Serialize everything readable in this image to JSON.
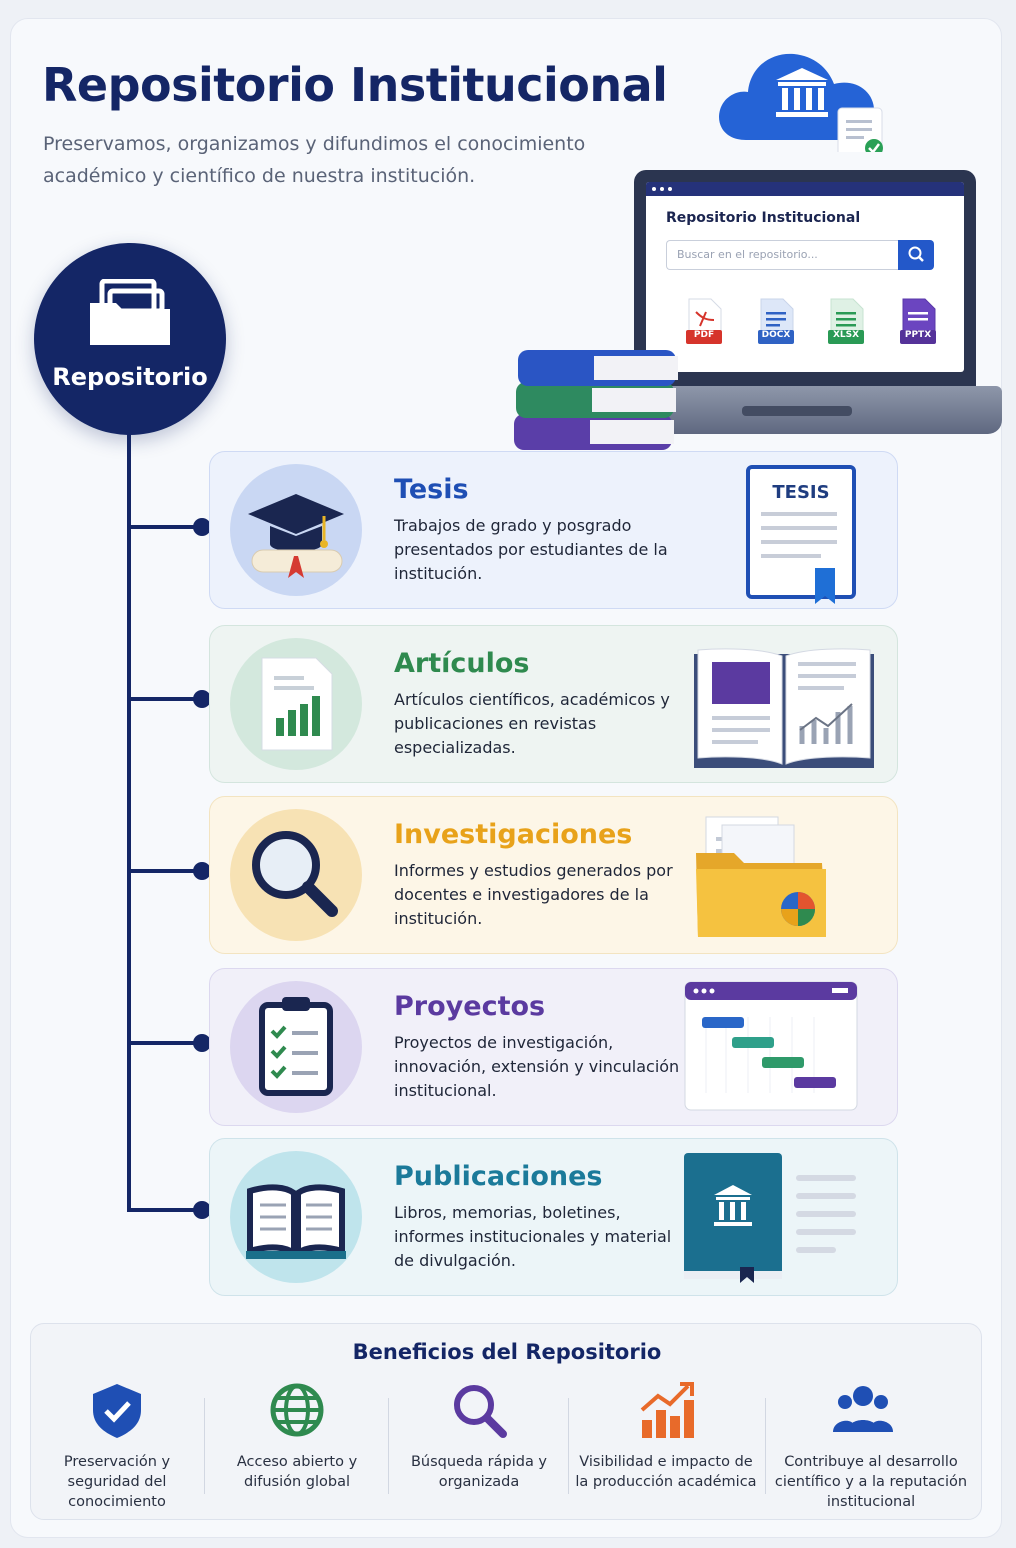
{
  "header": {
    "title": "Repositorio Institucional",
    "subtitle": "Preservamos, organizamos y difundimos el conocimiento académico y científico de nuestra institución."
  },
  "hero": {
    "screen_title": "Repositorio Institucional",
    "search_placeholder": "Buscar en el repositorio...",
    "file_types": [
      "PDF",
      "DOCX",
      "XLSX",
      "PPTX"
    ],
    "cloud_icon": "institution-cloud-icon",
    "search_icon": "search-icon"
  },
  "hub": {
    "label": "Repositorio",
    "icon": "folder-stack-icon"
  },
  "categories": [
    {
      "title": "Tesis",
      "description": "Trabajos de grado y posgrado presentados por estudiantes de la institución.",
      "color": "#1f4fb4",
      "icon": "graduation-cap-icon",
      "badge": "TESIS"
    },
    {
      "title": "Artículos",
      "description": "Artículos científicos, académicos y publicaciones en revistas especializadas.",
      "color": "#2f8a4f",
      "icon": "chart-document-icon"
    },
    {
      "title": "Investigaciones",
      "description": "Informes y estudios generados por docentes e investigadores de la institución.",
      "color": "#e8a21a",
      "icon": "magnifier-icon"
    },
    {
      "title": "Proyectos",
      "description": "Proyectos de investigación, innovación, extensión y vinculación institucional.",
      "color": "#5b3aa0",
      "icon": "checklist-clipboard-icon"
    },
    {
      "title": "Publicaciones",
      "description": "Libros, memorias, boletines, informes institucionales y material de divulgación.",
      "color": "#1b7a9a",
      "icon": "open-book-icon"
    }
  ],
  "benefits": {
    "title": "Beneficios del Repositorio",
    "items": [
      {
        "label": "Preservación y seguridad del conocimiento",
        "icon": "shield-check-icon",
        "color": "#1f4fb4"
      },
      {
        "label": "Acceso abierto y difusión global",
        "icon": "globe-icon",
        "color": "#2f8a4f"
      },
      {
        "label": "Búsqueda rápida y organizada",
        "icon": "search-icon",
        "color": "#5b3aa0"
      },
      {
        "label": "Visibilidad e impacto de la producción académica",
        "icon": "growth-chart-icon",
        "color": "#e86a2a"
      },
      {
        "label": "Contribuye al desarrollo científico y a la reputación institucional",
        "icon": "people-group-icon",
        "color": "#1f4fb4"
      }
    ]
  }
}
